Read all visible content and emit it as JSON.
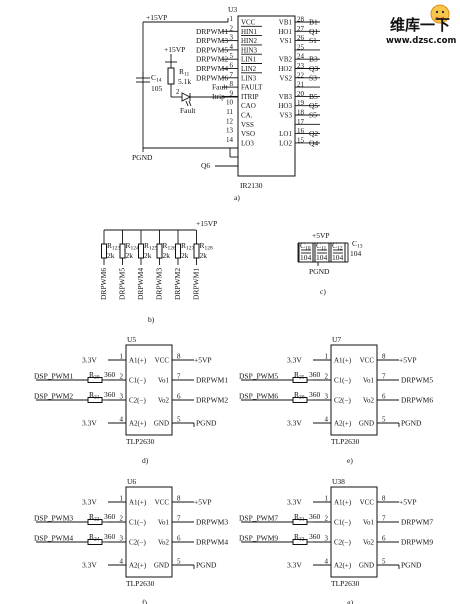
{
  "watermark": {
    "text": "维库一下",
    "url": "www.dzsc.com",
    "color_red": "#e02020",
    "color_orange": "#f39a1e"
  },
  "u3": {
    "ref": "U3",
    "part": "IR2130",
    "left_pins": [
      {
        "name": "VCC",
        "num": "1"
      },
      {
        "name": "HIN1",
        "num": "2"
      },
      {
        "name": "HIN2",
        "num": "3"
      },
      {
        "name": "HIN3",
        "num": "4"
      },
      {
        "name": "LIN1",
        "num": "5"
      },
      {
        "name": "LIN2",
        "num": "6"
      },
      {
        "name": "LIN3",
        "num": "7"
      },
      {
        "name": "FAULT",
        "num": "8"
      },
      {
        "name": "ITRIP",
        "num": "9"
      },
      {
        "name": "CAO",
        "num": "10"
      },
      {
        "name": "CA.",
        "num": "11"
      },
      {
        "name": "VSS",
        "num": "12"
      },
      {
        "name": "VSO",
        "num": "13"
      },
      {
        "name": "LO3",
        "num": "14"
      }
    ],
    "right_pins": [
      {
        "name": "VB1",
        "num": "28",
        "net": "B1"
      },
      {
        "name": "HO1",
        "num": "27",
        "net": "Q1"
      },
      {
        "name": "VS1",
        "num": "26",
        "net": "S1"
      },
      {
        "name": "",
        "num": "25",
        "net": ""
      },
      {
        "name": "VB2",
        "num": "24",
        "net": "B3"
      },
      {
        "name": "HO2",
        "num": "23",
        "net": "Q3"
      },
      {
        "name": "VS2",
        "num": "22",
        "net": "S3"
      },
      {
        "name": "",
        "num": "21",
        "net": ""
      },
      {
        "name": "VB3",
        "num": "20",
        "net": "B5"
      },
      {
        "name": "HO3",
        "num": "19",
        "net": "Q5"
      },
      {
        "name": "VS3",
        "num": "18",
        "net": "S5"
      },
      {
        "name": "",
        "num": "17",
        "net": ""
      },
      {
        "name": "LO1",
        "num": "16",
        "net": "Q2"
      },
      {
        "name": "LO2",
        "num": "15",
        "net": "Q4"
      }
    ],
    "left_nets": [
      "DRPWM1",
      "DRPWM3",
      "DRPWM5",
      "DRPWM2",
      "DRPWM4",
      "DRPWM6",
      "Fault",
      "Itrip"
    ],
    "supply": "+15VP",
    "supply2": "+15VP",
    "c14": {
      "ref": "C",
      "sub": "14",
      "value": "105"
    },
    "r11": {
      "ref": "R",
      "sub": "11",
      "value": "5.1k"
    },
    "led_num": "2",
    "led_label": "Fault",
    "q6": "Q6",
    "ground": "PGND",
    "caption": "a)"
  },
  "rnet": {
    "supply": "+15VP",
    "resistors": [
      {
        "ref": "R",
        "sub": "123",
        "value": "2k",
        "net": "DRPWM6"
      },
      {
        "ref": "R",
        "sub": "124",
        "value": "2k",
        "net": "DRPWM5"
      },
      {
        "ref": "R",
        "sub": "125",
        "value": "2k",
        "net": "DRPWM4"
      },
      {
        "ref": "R",
        "sub": "126",
        "value": "2k",
        "net": "DRPWM3"
      },
      {
        "ref": "R",
        "sub": "127",
        "value": "2k",
        "net": "DRPWM2"
      },
      {
        "ref": "R",
        "sub": "128",
        "value": "2k",
        "net": "DRPWM1"
      }
    ],
    "caption": "b)"
  },
  "cnet": {
    "supply": "+5VP",
    "caps": [
      {
        "ref": "C",
        "sub": "10",
        "value": "104"
      },
      {
        "ref": "C",
        "sub": "11",
        "value": "104"
      },
      {
        "ref": "C",
        "sub": "12",
        "value": "104"
      }
    ],
    "c13": {
      "ref": "C",
      "sub": "13",
      "value": "104"
    },
    "ground": "PGND",
    "caption": "c)"
  },
  "opto": [
    {
      "ref": "U5",
      "part": "TLP2630",
      "caption": "d)",
      "pins_left": [
        {
          "name": "A1(+)",
          "num": "1"
        },
        {
          "name": "C1(−)",
          "num": "2"
        },
        {
          "name": "C2(−)",
          "num": "3"
        },
        {
          "name": "A2(+)",
          "num": "4"
        }
      ],
      "pins_right": [
        {
          "name": "VCC",
          "num": "8"
        },
        {
          "name": "Vo1",
          "num": "7"
        },
        {
          "name": "Vo2",
          "num": "6"
        },
        {
          "name": "GND",
          "num": "5"
        }
      ],
      "v_in_top": "3.3V",
      "v_in_bot": "3.3V",
      "in1": "DSP_PWM1",
      "r1": {
        "ref": "R",
        "sub": "20",
        "value": "360"
      },
      "in2": "DSP_PWM2",
      "r2": {
        "ref": "R",
        "sub": "21",
        "value": "360"
      },
      "supply": "+5VP",
      "out1": "DRPWM1",
      "out2": "DRPWM2",
      "ground": "PGND"
    },
    {
      "ref": "U7",
      "part": "TLP2630",
      "caption": "e)",
      "pins_left": [
        {
          "name": "A1(+)",
          "num": "1"
        },
        {
          "name": "C1(−)",
          "num": "2"
        },
        {
          "name": "C2(−)",
          "num": "3"
        },
        {
          "name": "A2(+)",
          "num": "4"
        }
      ],
      "pins_right": [
        {
          "name": "VCC",
          "num": "8"
        },
        {
          "name": "Vo1",
          "num": "7"
        },
        {
          "name": "Vo2",
          "num": "6"
        },
        {
          "name": "GND",
          "num": "5"
        }
      ],
      "v_in_top": "3.3V",
      "v_in_bot": "3.3V",
      "in1": "DSP_PWM5",
      "r1": {
        "ref": "R",
        "sub": "25",
        "value": "360"
      },
      "in2": "DSP_PWM6",
      "r2": {
        "ref": "R",
        "sub": "30",
        "value": "360"
      },
      "supply": "+5VP",
      "out1": "DRPWM5",
      "out2": "DRPWM6",
      "ground": "PGND"
    },
    {
      "ref": "U6",
      "part": "TLP2630",
      "caption": "f)",
      "pins_left": [
        {
          "name": "A1(+)",
          "num": "1"
        },
        {
          "name": "C1(−)",
          "num": "2"
        },
        {
          "name": "C2(−)",
          "num": "3"
        },
        {
          "name": "A2(+)",
          "num": "4"
        }
      ],
      "pins_right": [
        {
          "name": "VCC",
          "num": "8"
        },
        {
          "name": "Vo1",
          "num": "7"
        },
        {
          "name": "Vo2",
          "num": "6"
        },
        {
          "name": "GND",
          "num": "5"
        }
      ],
      "v_in_top": "3.3V",
      "v_in_bot": "3.3V",
      "in1": "DSP_PWM3",
      "r1": {
        "ref": "R",
        "sub": "22",
        "value": "360"
      },
      "in2": "DSP_PWM4",
      "r2": {
        "ref": "R",
        "sub": "24",
        "value": "360"
      },
      "supply": "+5VP",
      "out1": "DRPWM3",
      "out2": "DRPWM4",
      "ground": "PGND"
    },
    {
      "ref": "U38",
      "part": "TLP2630",
      "caption": "g)",
      "pins_left": [
        {
          "name": "A1(+)",
          "num": "1"
        },
        {
          "name": "C1(−)",
          "num": "2"
        },
        {
          "name": "C2(−)",
          "num": "3"
        },
        {
          "name": "A2(+)",
          "num": "4"
        }
      ],
      "pins_right": [
        {
          "name": "VCC",
          "num": "8"
        },
        {
          "name": "Vo1",
          "num": "7"
        },
        {
          "name": "Vo2",
          "num": "6"
        },
        {
          "name": "GND",
          "num": "5"
        }
      ],
      "v_in_top": "3.3V",
      "v_in_bot": "3.3V",
      "in1": "DSP_PWM7",
      "r1": {
        "ref": "R",
        "sub": "31",
        "value": "360"
      },
      "in2": "DSP_PWM9",
      "r2": {
        "ref": "R",
        "sub": "32",
        "value": "360"
      },
      "supply": "+5VP",
      "out1": "DRPWM7",
      "out2": "DRPWM9",
      "ground": "PGND"
    }
  ]
}
